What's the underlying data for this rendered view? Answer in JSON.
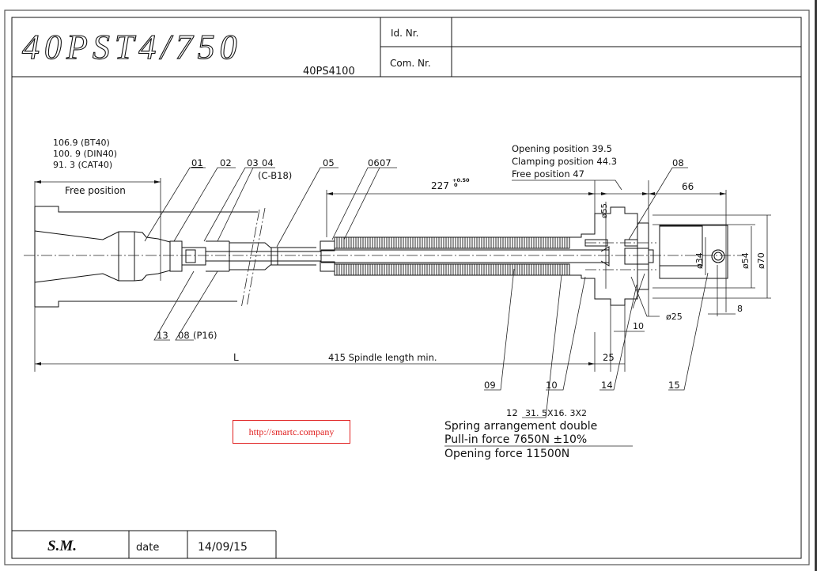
{
  "title_block": {
    "drawing_title": "40PST4/750",
    "drawing_code": "40PS4100",
    "id_label": "Id. Nr.",
    "id_value": "",
    "com_label": "Com. Nr.",
    "com_value": "",
    "author": "S.M.",
    "date_label": "date",
    "date_value": "14/09/15"
  },
  "notes": {
    "adapter_lengths": [
      "106.9  (BT40)",
      "100. 9 (DIN40)",
      "91. 3 (CAT40)"
    ],
    "free_position_label": "Free position",
    "positions": [
      "Opening position 39.5",
      "Clamping position 44.3",
      "Free position 47"
    ],
    "spring_size": "31. 5X16. 3X2",
    "spring_arrangement": "Spring arrangement double",
    "pull_in_force": "Pull-in force 7650N ±10%",
    "opening_force": "Opening force 11500N"
  },
  "dimensions": {
    "length_227": "227",
    "tol_upper": "+0.50",
    "tol_lower": "0",
    "d66": "66",
    "d55": "ø55",
    "d34": "ø34",
    "d54": "ø54",
    "d70": "ø70",
    "d25": "ø25",
    "d8": "8",
    "d10": "10",
    "d25len": "25",
    "L": "L",
    "spindle": "415 Spindle length min."
  },
  "part_labels": {
    "p01": "01",
    "p02": "02",
    "p03": "03",
    "p04": "04",
    "p04_note": "(C-B18)",
    "p05": "05",
    "p06": "06",
    "p07": "07",
    "p08": "08",
    "p09": "09",
    "p10": "10",
    "p12": "12",
    "p13": "13",
    "p08b": "08",
    "p08b_note": "(P16)",
    "p14": "14",
    "p15": "15"
  },
  "watermark": "http://smartc.company"
}
